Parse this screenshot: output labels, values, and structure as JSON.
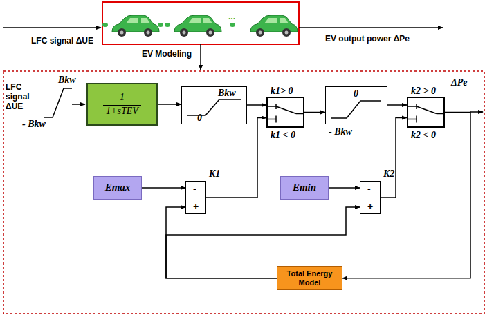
{
  "diagram": {
    "nodes": [
      {
        "text": [
          "1",
          "1+sTEV"
        ]
      },
      {
        "text": [
          "Bkw",
          "0"
        ]
      },
      {
        "text": [
          "k1> 0",
          "k1 < 0"
        ]
      },
      {
        "text": [
          "0",
          "- Bkw"
        ]
      },
      {
        "text": [
          "k2 > 0",
          "k2 < 0"
        ]
      },
      {
        "text": [
          "Emax"
        ]
      },
      {
        "text": [
          "-",
          "+"
        ]
      },
      {
        "text": [
          "Emin"
        ]
      },
      {
        "text": [
          "-",
          "+"
        ]
      },
      {
        "text": [
          "Total Energy Model"
        ]
      }
    ],
    "edges": [
      {
        "from": 0,
        "to": 1,
        "arrow": "to"
      },
      {
        "from": 1,
        "to": 2,
        "arrow": "to"
      },
      {
        "from": 2,
        "to": 3,
        "arrow": "to"
      },
      {
        "from": 3,
        "to": 4,
        "arrow": "to"
      },
      {
        "from": 4,
        "to": 9,
        "arrow": "to"
      },
      {
        "from": 9,
        "to": 6,
        "arrow": "to"
      },
      {
        "from": 9,
        "to": 8,
        "arrow": "to"
      },
      {
        "from": 5,
        "to": 6,
        "arrow": "to"
      },
      {
        "from": 7,
        "to": 8,
        "arrow": "to"
      },
      {
        "from": 6,
        "to": 2,
        "arrow": "to"
      },
      {
        "from": 8,
        "to": 4,
        "arrow": "to"
      }
    ],
    "labels": [
      "LFC signal ΔUE",
      "...",
      "EV output power ΔPe",
      "EV Modeling",
      "LFC signal ΔUE",
      "Bkw",
      "- Bkw",
      "K1",
      "K2",
      "ΔPe"
    ]
  }
}
